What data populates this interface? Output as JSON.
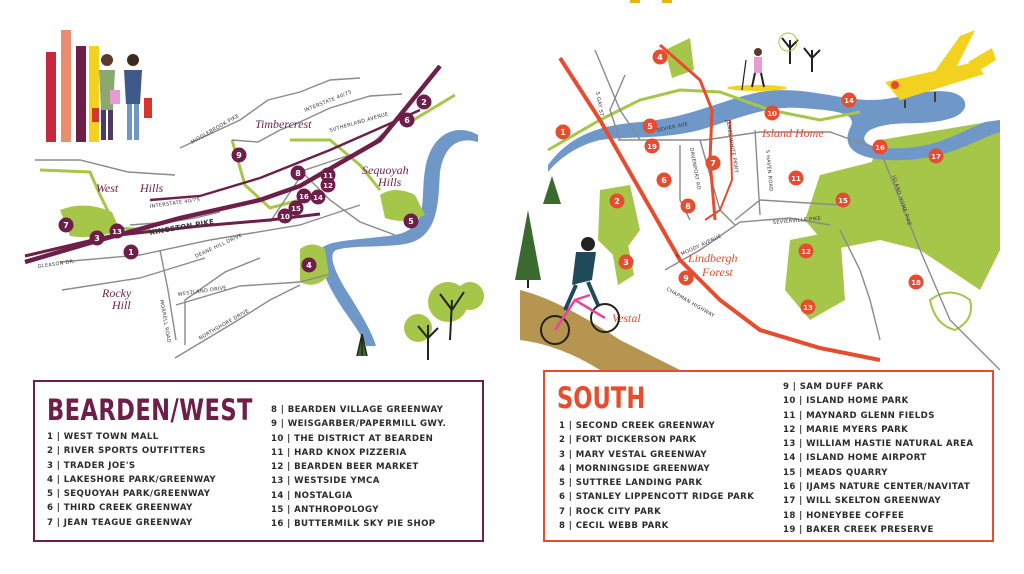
{
  "colors": {
    "west_accent": "#6d1f4a",
    "south_accent": "#e84c2f",
    "river": "#6f98c8",
    "park": "#a6c64a",
    "road": "#8a8a8a",
    "yellow": "#f2d21e"
  },
  "west": {
    "title": "BEARDEN/WEST",
    "labels": {
      "timbercrest": "Timbercrest",
      "west_hills_1": "West",
      "west_hills_2": "Hills",
      "sequoyah_1": "Sequoyah",
      "sequoyah_2": "Hills",
      "rocky_1": "Rocky",
      "rocky_2": "Hill"
    },
    "roads": {
      "i40_75_top": "INTERSTATE 40/75",
      "i40_75": "INTERSTATE 40/75",
      "middlebrook": "MIDDLEBROOK PIKE",
      "sutherland": "SUTHERLAND AVENUE",
      "kingston": "KINGSTON PIKE",
      "gleason": "GLEASON DR.",
      "deane_hill": "DEANE HILL DRIVE",
      "westland": "WESTLAND DRIVE",
      "morrell": "MORRELL ROAD",
      "northshore": "NORTHSHORE DRIVE"
    },
    "markers": [
      "1",
      "2",
      "3",
      "4",
      "5",
      "6",
      "7",
      "8",
      "9",
      "10",
      "11",
      "12",
      "13",
      "14",
      "15",
      "16"
    ],
    "list": [
      "1 | WEST TOWN MALL",
      "2 | RIVER SPORTS OUTFITTERS",
      "3 | TRADER JOE'S",
      "4 | LAKESHORE PARK/GREENWAY",
      "5 | SEQUOYAH PARK/GREENWAY",
      "6 | THIRD CREEK GREENWAY",
      "7 | JEAN TEAGUE GREENWAY",
      "8 | BEARDEN VILLAGE GREENWAY",
      "9 | WEISGARBER/PAPERMILL GWY.",
      "10 | THE DISTRICT AT BEARDEN",
      "11 | HARD KNOX PIZZERIA",
      "12 | BEARDEN BEER MARKET",
      "13 | WESTSIDE YMCA",
      "14 | NOSTALGIA",
      "15 | ANTHROPOLOGY",
      "16 | BUTTERMILK SKY PIE SHOP"
    ]
  },
  "south": {
    "title": "SOUTH",
    "labels": {
      "island_home": "Island Home",
      "lindbergh_1": "Lindbergh",
      "lindbergh_2": "Forest",
      "vestal": "Vestal"
    },
    "roads": {
      "gay": "S GAY ST",
      "sevier": "SEVIER AVE",
      "davenport": "DAVENPORT RD",
      "james_white": "JAMES WHITE PKWY",
      "haven": "S HAVEN ROAD",
      "sevierville": "SEVIERVILLE PIKE",
      "moody": "E MOODY AVENUE",
      "chapman": "CHAPMAN HIGHWAY",
      "island_home_pike": "ISLAND HOME PIKE"
    },
    "markers": [
      "1",
      "2",
      "3",
      "4",
      "5",
      "6",
      "7",
      "8",
      "9",
      "10",
      "11",
      "12",
      "13",
      "14",
      "15",
      "16",
      "17",
      "18",
      "19"
    ],
    "list": [
      "1 | SECOND CREEK GREENWAY",
      "2 | FORT DICKERSON PARK",
      "3 | MARY VESTAL GREENWAY",
      "4 | MORNINGSIDE GREENWAY",
      "5 | SUTTREE LANDING PARK",
      "6 | STANLEY LIPPENCOTT RIDGE PARK",
      "7 | ROCK CITY PARK",
      "8 | CECIL WEBB PARK",
      "9 | SAM DUFF PARK",
      "10 | ISLAND HOME PARK",
      "11 |  MAYNARD GLENN FIELDS",
      "12 | MARIE MYERS PARK",
      "13 | WILLIAM HASTIE NATURAL AREA",
      "14 | ISLAND HOME AIRPORT",
      "15 | MEADS QUARRY",
      "16 | IJAMS NATURE CENTER/NAVITAT",
      "17 | WILL SKELTON GREENWAY",
      "18 | HONEYBEE COFFEE",
      "19 | BAKER CREEK PRESERVE"
    ]
  }
}
